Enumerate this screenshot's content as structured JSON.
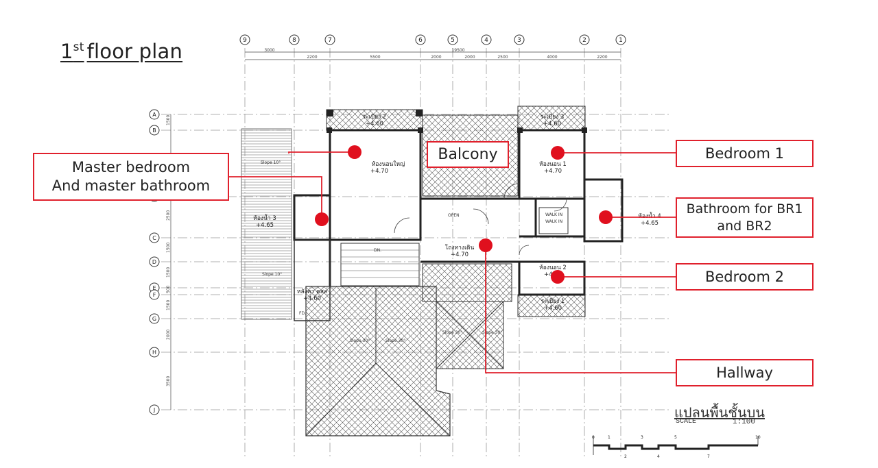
{
  "title": {
    "main": "1",
    "sup": "st",
    "rest": "floor plan"
  },
  "callouts": {
    "master": "Master bedroom\nAnd master bathroom",
    "balcony": "Balcony",
    "bedroom1": "Bedroom 1",
    "bath_br": "Bathroom for BR1\nand BR2",
    "bedroom2": "Bedroom 2",
    "hallway": "Hallway"
  },
  "plan_title": "แปลนพื้นชั้นบน",
  "scale_label": "SCALE",
  "scale_value": "1:100",
  "grid_columns": [
    "9",
    "8",
    "7",
    "6",
    "5",
    "4",
    "3",
    "2",
    "1"
  ],
  "grid_rows": [
    "A",
    "B",
    "C",
    "D",
    "E",
    "F",
    "G",
    "H",
    "J"
  ],
  "top_dims": [
    "3000",
    "2200",
    "5500",
    "2000",
    "2000",
    "2500",
    "4000",
    "2200"
  ],
  "top_total": "19500",
  "side_dims": [
    "1500",
    "2500",
    "1500",
    "1500",
    "500",
    "1500",
    "2000",
    "3500"
  ],
  "room_labels": [
    {
      "name": "ระเบียง 2",
      "level": "+4.60"
    },
    {
      "name": "ระเบียง 3",
      "level": "+4.60"
    },
    {
      "name": "ห้องนอนใหญ่",
      "level": "+4.70"
    },
    {
      "name": "ห้องนอน 1",
      "level": "+4.70"
    },
    {
      "name": "ห้องน้ำ 3",
      "level": "+4.65"
    },
    {
      "name": "ห้องน้ำ 4",
      "level": "+4.65"
    },
    {
      "name": "โถงทางเดิน",
      "level": "+4.70"
    },
    {
      "name": "ห้องนอน 2",
      "level": "+4.70"
    },
    {
      "name": "ระเบียง 1",
      "level": "+4.60"
    },
    {
      "name": "หลังคา คสล",
      "level": "+4.60"
    }
  ],
  "annotations": {
    "open": "OPEN",
    "dn": "DN.",
    "walk_in": "WALK IN",
    "fd": "FD.",
    "slope10": "Slope 10°",
    "slope30": "Slope 30°"
  },
  "scale_ticks": [
    "0",
    "1",
    "2",
    "3",
    "4",
    "5",
    "7",
    "10"
  ],
  "colors": {
    "callout_border": "#e0202c",
    "marker": "#e0101e",
    "line": "#333333"
  }
}
